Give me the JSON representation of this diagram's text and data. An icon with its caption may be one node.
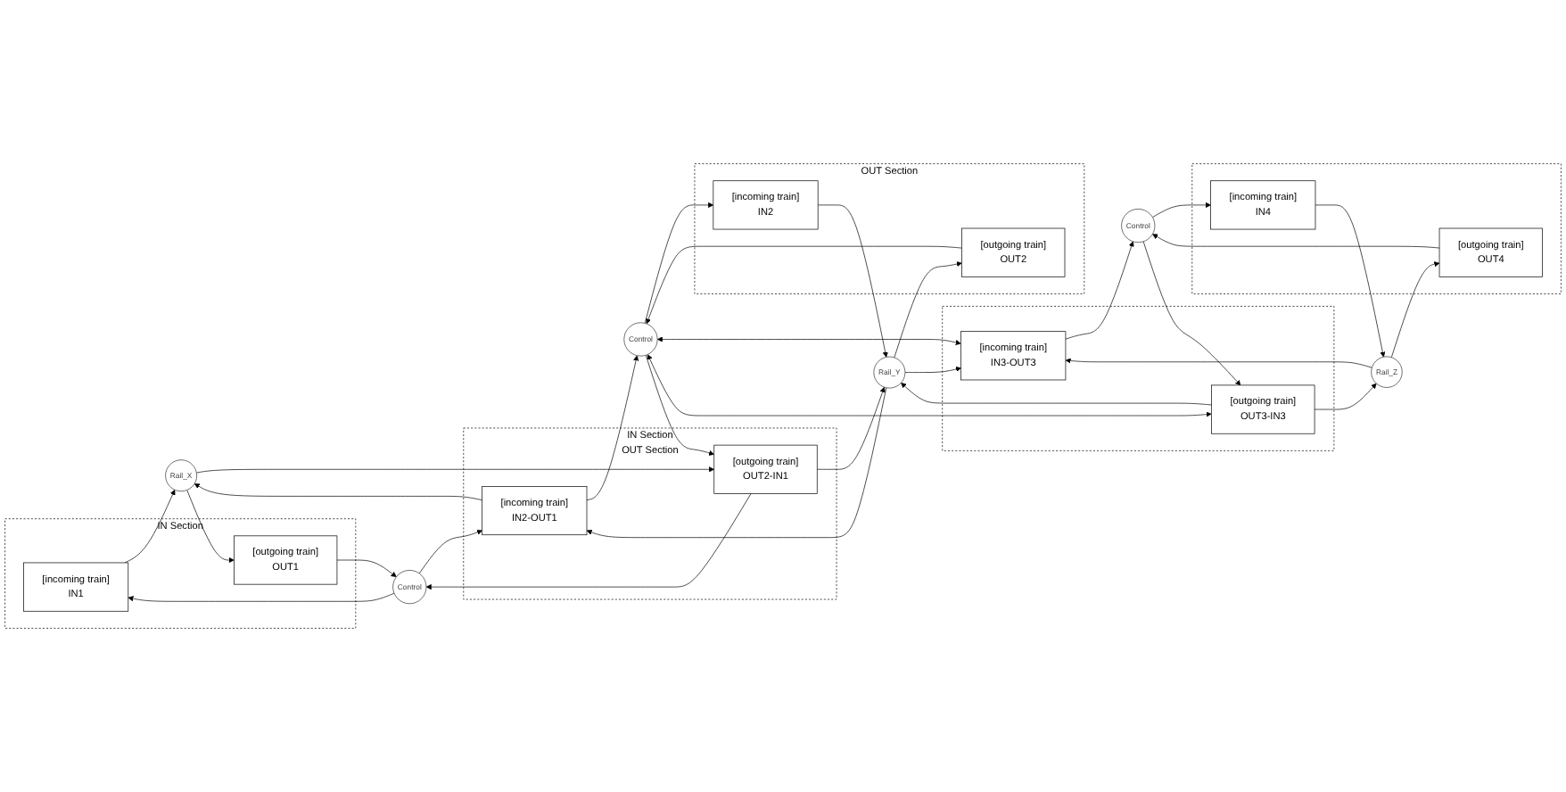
{
  "diagram": {
    "nodes": [
      {
        "text": [
          "IN Section"
        ]
      },
      {
        "text": [
          "[incoming train]",
          "IN1"
        ],
        "in": 0
      },
      {
        "text": [
          "[outgoing train]",
          "OUT1"
        ],
        "in": 0
      },
      {
        "text": [
          "Control"
        ]
      },
      {
        "text": [
          "Rail_X"
        ]
      },
      {
        "text": [
          "IN Section",
          "OUT Section"
        ]
      },
      {
        "text": [
          "[outgoing train]",
          "OUT2-IN1"
        ],
        "in": 5
      },
      {
        "text": [
          "[incoming train]",
          "IN2-OUT1"
        ],
        "in": 5
      },
      {
        "text": [
          "Control"
        ]
      },
      {
        "text": [
          "Rail_Y"
        ]
      },
      {
        "text": [
          "OUT Section"
        ]
      },
      {
        "text": [
          "[outgoing train]",
          "OUT2"
        ],
        "in": 10
      },
      {
        "text": [
          "[incoming train]",
          "IN2"
        ],
        "in": 10
      },
      {
        "text": [],
        "shape": "box"
      },
      {
        "text": [
          "[outgoing train]",
          "OUT4"
        ],
        "in": 13
      },
      {
        "text": [
          "[incoming train]",
          "IN4"
        ],
        "in": 13
      },
      {
        "text": [
          "Control"
        ]
      },
      {
        "text": [
          "Rail_Z"
        ]
      },
      {
        "text": [],
        "shape": "box"
      },
      {
        "text": [
          "[outgoing train]",
          "OUT3-IN3"
        ],
        "in": 18
      },
      {
        "text": [
          "[incoming train]",
          "IN3-OUT3"
        ],
        "in": 18
      }
    ],
    "edges": [
      {
        "from": 3,
        "to": 1,
        "arrow": "to"
      },
      {
        "from": 6,
        "to": 3,
        "arrow": "to"
      },
      {
        "from": 1,
        "to": 4,
        "arrow": "to"
      },
      {
        "from": 2,
        "to": 3,
        "arrow": "to"
      },
      {
        "from": 3,
        "to": 7,
        "arrow": "to"
      },
      {
        "from": 4,
        "to": 2,
        "arrow": "to"
      },
      {
        "from": 7,
        "to": 4,
        "arrow": "to"
      },
      {
        "from": 4,
        "to": 6,
        "arrow": "to"
      },
      {
        "from": 8,
        "to": 6,
        "arrow": "to"
      },
      {
        "from": 11,
        "to": 8,
        "arrow": "to"
      },
      {
        "from": 6,
        "to": 9,
        "arrow": "to"
      },
      {
        "from": 7,
        "to": 8,
        "arrow": "to"
      },
      {
        "from": 8,
        "to": 12,
        "arrow": "to"
      },
      {
        "from": 9,
        "to": 11,
        "arrow": "to"
      },
      {
        "from": 12,
        "to": 9,
        "arrow": "to"
      },
      {
        "from": 9,
        "to": 7,
        "arrow": "to"
      },
      {
        "from": 8,
        "to": 19,
        "arrow": "both"
      },
      {
        "from": 8,
        "to": 20,
        "arrow": "both"
      },
      {
        "from": 19,
        "to": 9,
        "arrow": "to"
      },
      {
        "from": 9,
        "to": 20,
        "arrow": "to"
      },
      {
        "from": 14,
        "to": 16,
        "arrow": "to"
      },
      {
        "from": 16,
        "to": 19,
        "arrow": "to"
      },
      {
        "from": 16,
        "to": 15,
        "arrow": "to"
      },
      {
        "from": 17,
        "to": 14,
        "arrow": "to"
      },
      {
        "from": 15,
        "to": 17,
        "arrow": "to"
      },
      {
        "from": 17,
        "to": 20,
        "arrow": "to"
      },
      {
        "from": 19,
        "to": 17,
        "arrow": "to"
      },
      {
        "from": 20,
        "to": 16,
        "arrow": "to"
      }
    ]
  }
}
